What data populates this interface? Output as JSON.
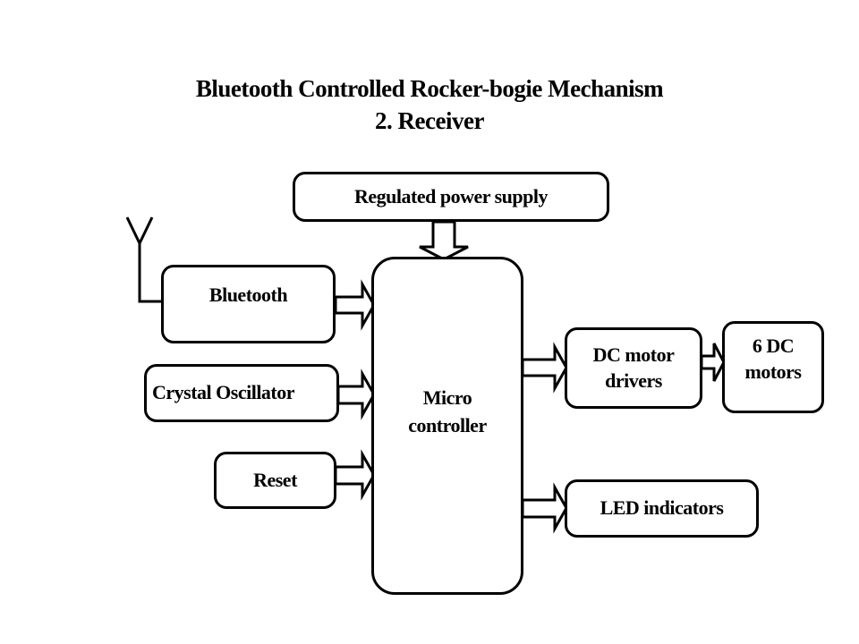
{
  "title": {
    "line1": "Bluetooth Controlled Rocker-bogie Mechanism",
    "line2": "2. Receiver"
  },
  "blocks": {
    "power": "Regulated power supply",
    "bluetooth": "Bluetooth",
    "crystal": "Crystal Oscillator",
    "reset": "Reset",
    "mcu_line1": "Micro",
    "mcu_line2": "controller",
    "dc_drivers_line1": "DC motor",
    "dc_drivers_line2": "drivers",
    "motors_line1": "6 DC",
    "motors_line2": "motors",
    "led": "LED indicators"
  },
  "connections": [
    {
      "from": "Regulated power supply",
      "to": "Micro controller"
    },
    {
      "from": "Bluetooth",
      "to": "Micro controller"
    },
    {
      "from": "Crystal Oscillator",
      "to": "Micro controller"
    },
    {
      "from": "Reset",
      "to": "Micro controller"
    },
    {
      "from": "Micro controller",
      "to": "DC motor drivers"
    },
    {
      "from": "DC motor drivers",
      "to": "6 DC motors"
    },
    {
      "from": "Micro controller",
      "to": "LED indicators"
    }
  ]
}
